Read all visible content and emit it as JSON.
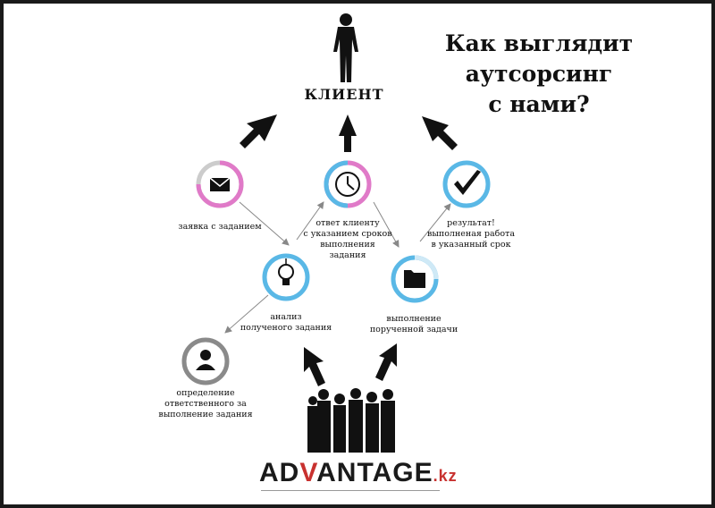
{
  "title": "Как выглядит аутсорсинг\nс нами?",
  "client_label": "КЛИЕНТ",
  "nodes": [
    {
      "id": "request",
      "label": "заявка с заданием",
      "icon": "envelope-icon"
    },
    {
      "id": "answer",
      "label": "ответ клиенту\nс указанием сроков\nвыполнения\nзадания",
      "icon": "clock-icon"
    },
    {
      "id": "result",
      "label": "результат!\nвыполненая работа\nв указанный срок",
      "icon": "checkmark-icon"
    },
    {
      "id": "analysis",
      "label": "анализ\nполученого задания",
      "icon": "lightbulb-icon"
    },
    {
      "id": "execution",
      "label": "выполнение\nпорученной задачи",
      "icon": "folder-icon"
    },
    {
      "id": "assignee",
      "label": "определение\nответственного за\nвыполнение задания",
      "icon": "person-icon"
    }
  ],
  "logo": {
    "main_a": "AD",
    "v": "V",
    "main_b": "ANTAGE",
    "suffix": ".kz"
  },
  "colors": {
    "pink": "#e07ac8",
    "blue": "#5ab8e6",
    "gray": "#8a8a8a",
    "accent": "#c8312f"
  }
}
